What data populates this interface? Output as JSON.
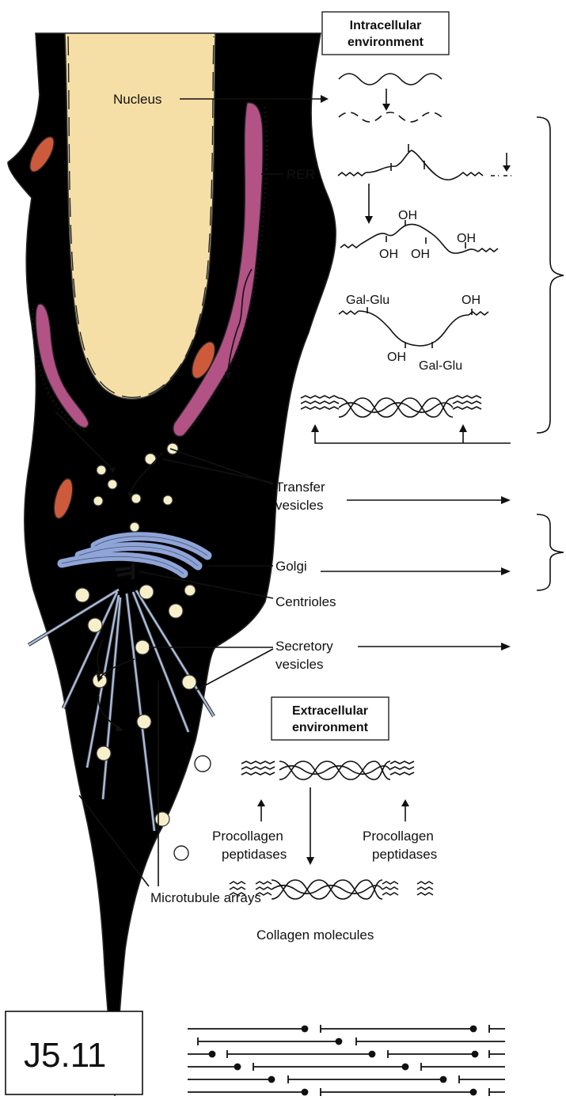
{
  "figure_label": "J5.11",
  "boxes": {
    "intracellular": [
      "Intracellular",
      "environment"
    ],
    "extracellular": [
      "Extracellular",
      "environment"
    ]
  },
  "labels": {
    "nucleus": "Nucleus",
    "rer": "RER",
    "transfer_vesicles": [
      "Transfer",
      "vesicles"
    ],
    "golgi": "Golgi",
    "centrioles": "Centrioles",
    "secretory_vesicles": [
      "Secretory",
      "vesicles"
    ],
    "procollagen_left": [
      "Procollagen",
      "peptidases"
    ],
    "procollagen_right": [
      "Procollagen",
      "peptidases"
    ],
    "collagen_molecules": "Collagen molecules",
    "microtubule_arrays": "Microtubule arrays"
  },
  "chemistry": {
    "oh": "OH",
    "gal_glu": "Gal-Glu"
  },
  "colors": {
    "cytoplasm": "#dcb1cd",
    "nucleus": "#f6dfa6",
    "rer": "#b25285",
    "mitochondria": "#cd5a3a",
    "golgi": "#8fa4d8",
    "vesicle": "#f7efc9",
    "microtubule": "#a9bad9"
  }
}
